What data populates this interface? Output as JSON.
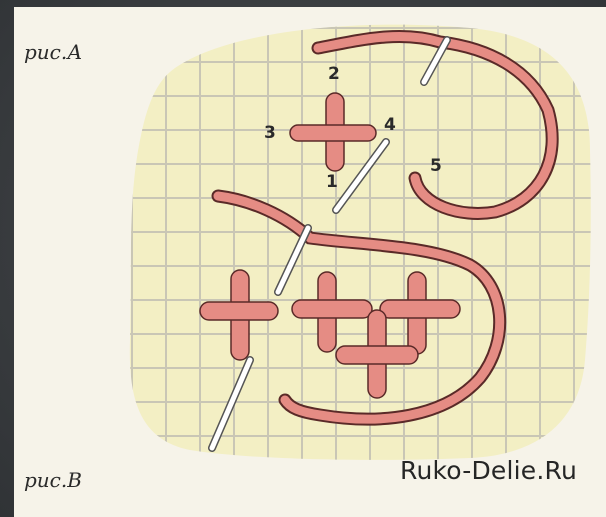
{
  "figure_a": {
    "caption": "рис.А"
  },
  "figure_b": {
    "caption": "рис.В"
  },
  "step_labels": [
    "1",
    "2",
    "3",
    "4",
    "5"
  ],
  "watermark": "Ruko-Delie.Ru",
  "colors": {
    "background": "#3b3e41",
    "paper": "#f6f3e9",
    "grid_fill": "#f3efc4",
    "grid_lines": "#c9c6b5",
    "thread": "#e58c84",
    "thread_outline": "#5a2a28",
    "needle": "#ffffff"
  }
}
